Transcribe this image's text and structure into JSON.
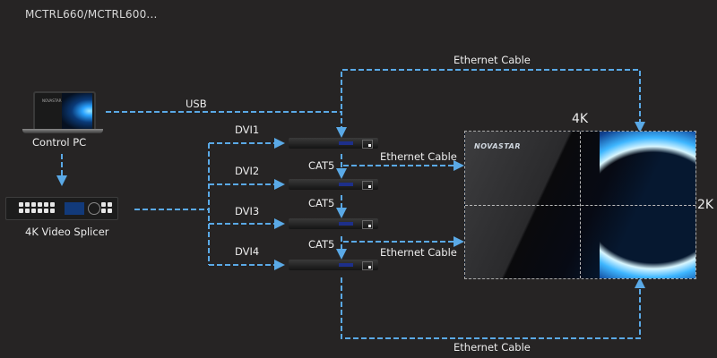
{
  "title": "MCTRL660/MCTRL600...",
  "nodes": {
    "control_pc": {
      "label": "Control PC"
    },
    "video_splicer": {
      "label": "4K Video Splicer"
    },
    "controllers": [
      {
        "input": "DVI1"
      },
      {
        "input": "DVI2"
      },
      {
        "input": "DVI3"
      },
      {
        "input": "DVI4"
      }
    ],
    "led_wall": {
      "brand": "NOVASTAR",
      "width_label": "4K",
      "height_label": "2K"
    }
  },
  "connections": {
    "usb": "USB",
    "cascade": [
      "CAT5",
      "CAT5",
      "CAT5"
    ],
    "ethernet": [
      "Ethernet Cable",
      "Ethernet Cable",
      "Ethernet Cable",
      "Ethernet Cable"
    ]
  },
  "colors": {
    "wire": "#5aa9e6",
    "background": "#262424"
  }
}
